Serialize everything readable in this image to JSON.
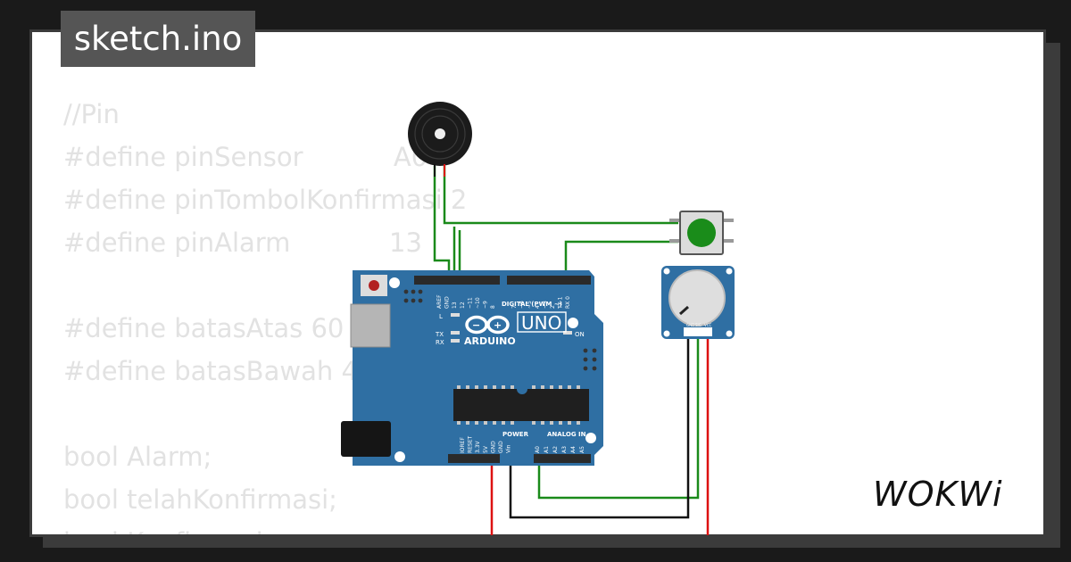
{
  "title": "sketch.ino",
  "code_lines": [
    "//Pin",
    "#define pinSensor           A0",
    "#define pinTombolKonfirmasi 2",
    "#define pinAlarm            13",
    "",
    "#define batasAtas 60",
    "#define batasBawah 40",
    "",
    "bool Alarm;",
    "bool telahKonfirmasi;",
    "bool Konfirmasi;"
  ],
  "board": {
    "brand": "ARDUINO",
    "model": "UNO",
    "header_digital": "DIGITAL (PWM ~)",
    "header_power": "POWER",
    "header_analog": "ANALOG IN",
    "led_l": "L",
    "led_tx": "TX",
    "led_rx": "RX",
    "led_on": "ON",
    "pins_top": [
      "AREF",
      "GND",
      "13",
      "12",
      "~11",
      "~10",
      "~9",
      "8",
      "7",
      "~6",
      "~5",
      "4",
      "~3",
      "2",
      "TX 1",
      "RX 0"
    ],
    "pins_power": [
      "IOREF",
      "RESET",
      "3.3V",
      "5V",
      "GND",
      "GND",
      "Vin"
    ],
    "pins_analog": [
      "A0",
      "A1",
      "A2",
      "A3",
      "A4",
      "A5"
    ]
  },
  "potentiometer_pins": [
    "GND",
    "SIG",
    "VCC"
  ],
  "logo_text": "WOKWi",
  "colors": {
    "background": "#1a1a1a",
    "card": "#ffffff",
    "badge": "#555555",
    "board": "#2f6fa3",
    "wire_green": "#1a8a1a",
    "wire_red": "#dd1111",
    "wire_black": "#111111",
    "button_cap": "#1a8c1a"
  },
  "icons": [
    "buzzer-icon",
    "push-button-icon",
    "potentiometer-icon",
    "arduino-board-icon",
    "wokwi-logo"
  ]
}
